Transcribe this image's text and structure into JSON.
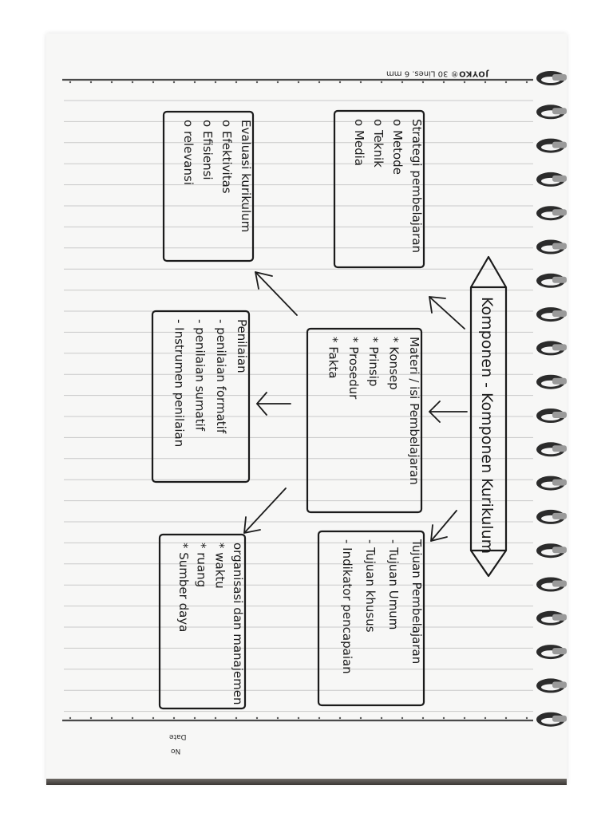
{
  "notebook": {
    "brand": "JOYKO",
    "ruling": "30 Lines. 6 mm",
    "no_label": "No",
    "date_label": "Date"
  },
  "diagram": {
    "title": "Komponen - Komponen Kurikulum",
    "boxes": [
      {
        "id": "tujuan",
        "heading": "Tujuan Pembelajaran",
        "items": [
          "- Tujuan Umum",
          "- Tujuan khusus",
          "- Indikator pencapaian"
        ]
      },
      {
        "id": "materi",
        "heading": "Materi / isi Pembelajaran",
        "items": [
          "* Konsep",
          "* Prinsip",
          "* Prosedur",
          "* Fakta"
        ]
      },
      {
        "id": "strategi",
        "heading": "Strategi pembelajaran",
        "items": [
          "o Metode",
          "o Teknik",
          "o Media"
        ]
      },
      {
        "id": "organisasi",
        "heading": "organisasi dan manajemen",
        "items": [
          "* waktu",
          "* ruang",
          "* Sumber daya"
        ]
      },
      {
        "id": "penilaian",
        "heading": "Penilaian",
        "items": [
          "- penilaian formatif",
          "- penilaian sumatif",
          "- Instrumen penilaian"
        ]
      },
      {
        "id": "evaluasi",
        "heading": "Evaluasi kurikulum",
        "items": [
          "o Efektivitas",
          "o Efisiensi",
          "o relevansi"
        ]
      }
    ]
  }
}
